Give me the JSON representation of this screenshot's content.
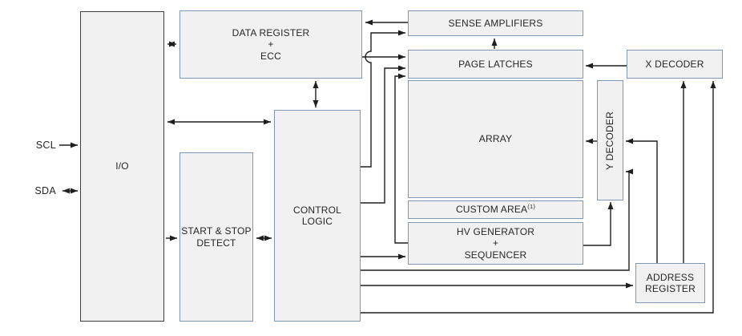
{
  "diagram": {
    "title_hint": "serial-eeprom-functional-block-diagram",
    "pins": {
      "scl": "SCL",
      "sda": "SDA"
    },
    "blocks": {
      "io": "I/O",
      "data_register": "DATA REGISTER\n+\nECC",
      "start_stop_detect": "START & STOP\nDETECT",
      "control_logic": "CONTROL\nLOGIC",
      "sense_amplifiers": "SENSE AMPLIFIERS",
      "page_latches": "PAGE LATCHES",
      "array": "ARRAY",
      "custom_area": "CUSTOM AREA",
      "custom_area_note": "(1)",
      "hv_generator": "HV GENERATOR\n+\nSEQUENCER",
      "x_decoder": "X DECODER",
      "y_decoder": "Y DECODER",
      "address_register": "ADDRESS\nREGISTER"
    },
    "colors": {
      "block_fill": "#f1f1f2",
      "block_border": "#7e99b7",
      "io_border": "#3f3f3f",
      "line": "#1f1f1f",
      "text": "#262626"
    }
  }
}
